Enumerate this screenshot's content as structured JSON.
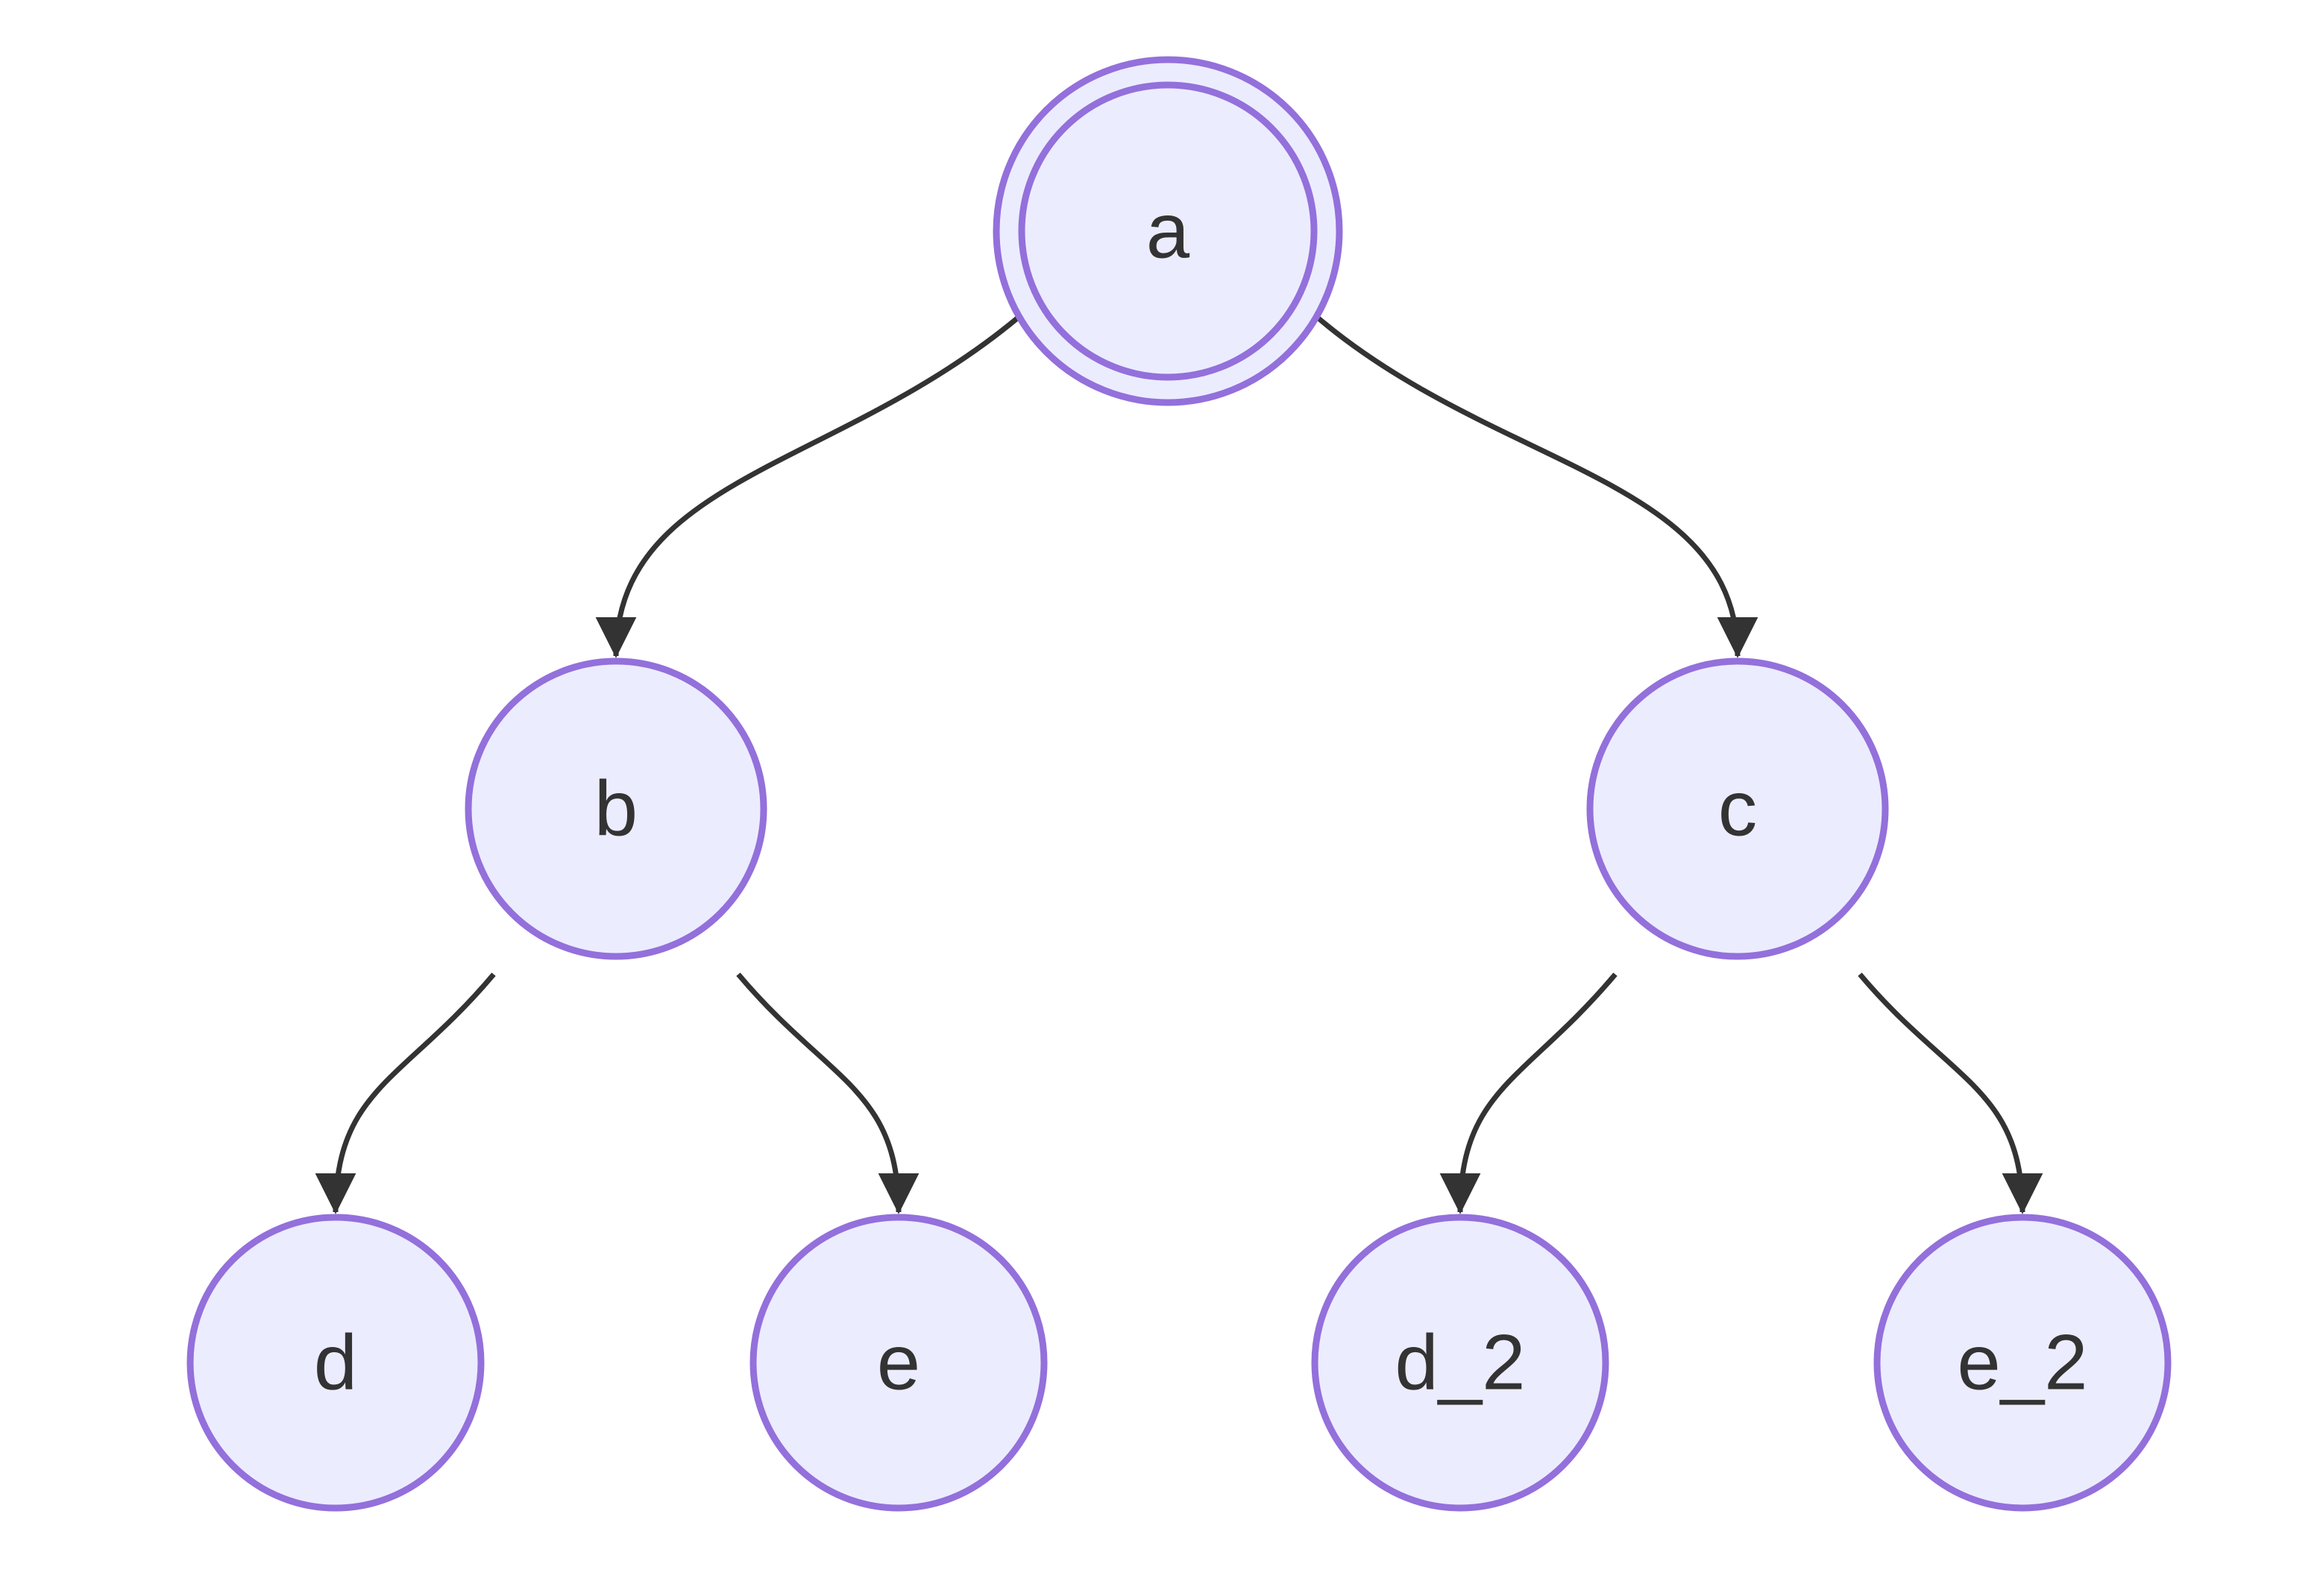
{
  "diagram": {
    "type": "tree",
    "background": "#ffffff",
    "colors": {
      "node_fill": "#ECECFF",
      "node_stroke": "#9370DB",
      "edge": "#333333",
      "label": "#333333"
    },
    "nodes": {
      "a": {
        "label": "a",
        "shape": "double-circle",
        "role": "root"
      },
      "b": {
        "label": "b",
        "shape": "circle"
      },
      "c": {
        "label": "c",
        "shape": "circle"
      },
      "d": {
        "label": "d",
        "shape": "circle"
      },
      "e": {
        "label": "e",
        "shape": "circle"
      },
      "d_2": {
        "label": "d_2",
        "shape": "circle"
      },
      "e_2": {
        "label": "e_2",
        "shape": "circle"
      }
    },
    "edges": [
      {
        "from": "a",
        "to": "b"
      },
      {
        "from": "a",
        "to": "c"
      },
      {
        "from": "b",
        "to": "d"
      },
      {
        "from": "b",
        "to": "e"
      },
      {
        "from": "c",
        "to": "d_2"
      },
      {
        "from": "c",
        "to": "e_2"
      }
    ]
  }
}
